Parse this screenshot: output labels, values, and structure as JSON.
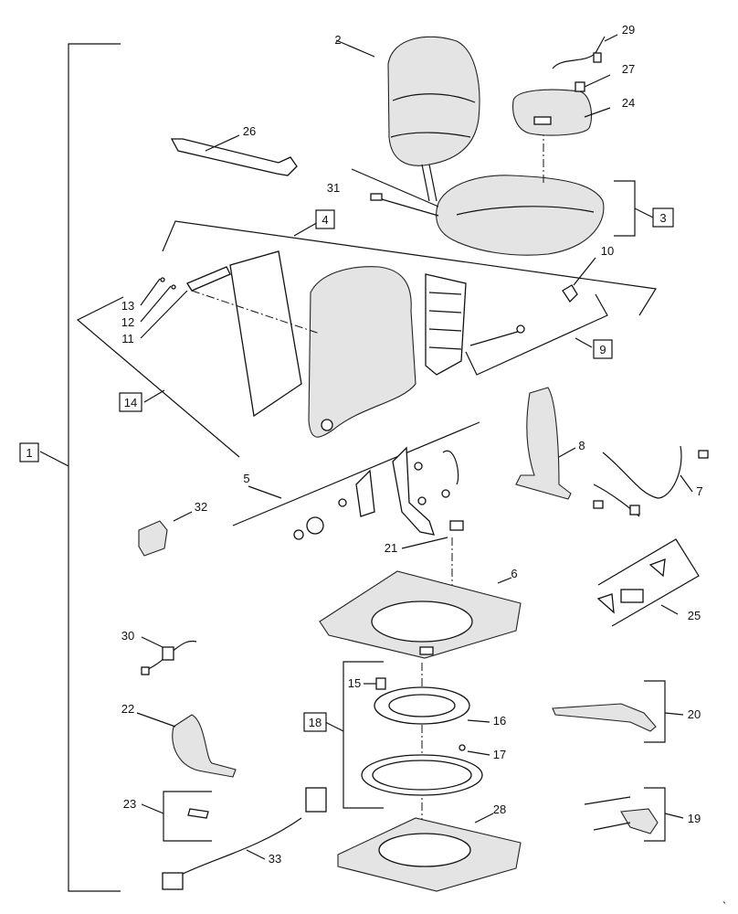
{
  "callouts": {
    "c1": "1",
    "c2": "2",
    "c3": "3",
    "c4": "4",
    "c5": "5",
    "c6": "6",
    "c7": "7",
    "c8": "8",
    "c9": "9",
    "c10": "10",
    "c11": "11",
    "c12": "12",
    "c13": "13",
    "c14": "14",
    "c15": "15",
    "c16": "16",
    "c17": "17",
    "c18": "18",
    "c19": "19",
    "c20": "20",
    "c21": "21",
    "c22": "22",
    "c23": "23",
    "c24": "24",
    "c25": "25",
    "c26": "26",
    "c27": "27",
    "c28": "28",
    "c29": "29",
    "c30": "30",
    "c31": "31",
    "c32": "32",
    "c33": "33"
  },
  "corner_mark": "`"
}
